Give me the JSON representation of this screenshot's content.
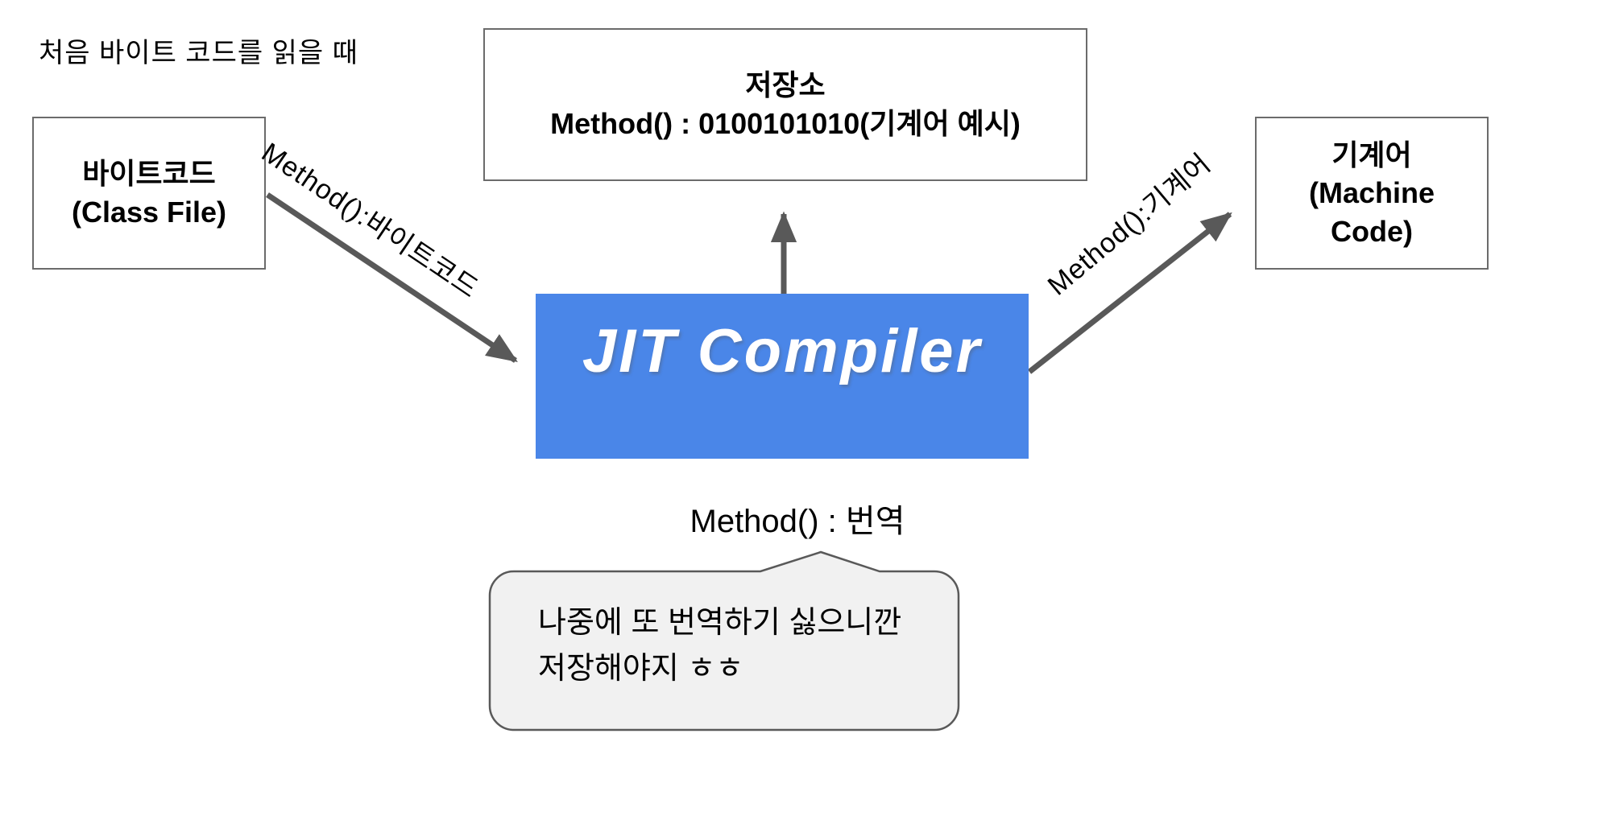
{
  "diagram": {
    "heading": "처음 바이트 코드를 읽을 때",
    "nodes": {
      "bytecode": {
        "lines": [
          "바이트코드",
          "(Class File)"
        ]
      },
      "storage": {
        "lines": [
          "저장소",
          "Method() : 0100101010(기계어 예시)"
        ]
      },
      "machine": {
        "lines": [
          "기계어",
          "(Machine",
          "Code)"
        ]
      },
      "jit": {
        "label": "JIT Compiler"
      }
    },
    "edges": {
      "bytecode_to_jit": {
        "label": "Method():바이트코드"
      },
      "jit_to_storage": {
        "label": ""
      },
      "jit_to_machine": {
        "label": "Method():기계어"
      }
    },
    "jit_caption": "Method() : 번역",
    "bubble": {
      "lines": [
        "나중에 또 번역하기 싫으니깐",
        "저장해야지 ㅎㅎ"
      ]
    },
    "colors": {
      "jit_fill": "#4a86e8",
      "jit_text": "#ffffff",
      "arrow": "#595959",
      "node_border": "#6b6b6b",
      "bubble_fill": "#f1f1f1",
      "bubble_border": "#595959",
      "text": "#000000"
    }
  }
}
